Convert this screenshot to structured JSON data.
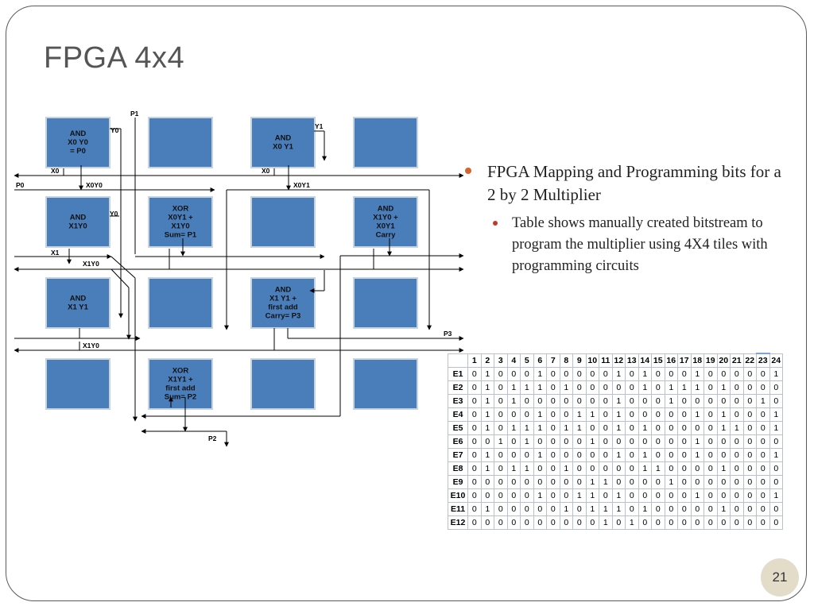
{
  "slide": {
    "title": "FPGA 4x4",
    "page_number": "21"
  },
  "diagram": {
    "tiles": [
      {
        "lines": [
          "AND",
          "X0 Y0",
          "= P0"
        ]
      },
      {
        "lines": []
      },
      {
        "lines": [
          "AND",
          "X0 Y1"
        ]
      },
      {
        "lines": []
      },
      {
        "lines": [
          "AND",
          "X1Y0"
        ]
      },
      {
        "lines": [
          "XOR",
          "X0Y1 +",
          "X1Y0",
          "Sum= P1"
        ]
      },
      {
        "lines": []
      },
      {
        "lines": [
          "AND",
          "X1Y0 +",
          "X0Y1",
          "Carry"
        ]
      },
      {
        "lines": [
          "AND",
          "X1 Y1"
        ]
      },
      {
        "lines": []
      },
      {
        "lines": [
          "AND",
          "X1 Y1 +",
          "first add",
          "Carry= P3"
        ]
      },
      {
        "lines": []
      },
      {
        "lines": []
      },
      {
        "lines": [
          "XOR",
          "X1Y1 +",
          "first add",
          "Sum= P2"
        ]
      },
      {
        "lines": []
      },
      {
        "lines": []
      }
    ],
    "wire_labels": {
      "p1": "P1",
      "y0_a": "Y0",
      "y1": "Y1",
      "x0_a": "X0",
      "x0_b": "X0",
      "x0y0_a": "X0Y0",
      "x0y1": "X0Y1",
      "p0": "P0",
      "y0_b": "Y0",
      "x1": "X1",
      "x1y0_a": "X1Y0",
      "p3": "P3",
      "x1y0_b": "X1Y0",
      "p2": "P2"
    }
  },
  "bullets": {
    "main": "FPGA Mapping and Programming bits for a 2 by 2 Multiplier",
    "sub": "Table shows manually created bitstream to program the multiplier using 4X4 tiles with programming circuits"
  },
  "bit_table": {
    "columns": [
      "1",
      "2",
      "3",
      "4",
      "5",
      "6",
      "7",
      "8",
      "9",
      "10",
      "11",
      "12",
      "13",
      "14",
      "15",
      "16",
      "17",
      "18",
      "19",
      "20",
      "21",
      "22",
      "23",
      "24"
    ],
    "rows": [
      {
        "label": "E1",
        "bits": [
          0,
          1,
          0,
          0,
          0,
          1,
          0,
          0,
          0,
          0,
          0,
          1,
          0,
          1,
          0,
          0,
          0,
          1,
          0,
          0,
          0,
          0,
          0,
          1
        ]
      },
      {
        "label": "E2",
        "bits": [
          0,
          1,
          0,
          1,
          1,
          1,
          0,
          1,
          0,
          0,
          0,
          0,
          0,
          1,
          0,
          1,
          1,
          1,
          0,
          1,
          0,
          0,
          0,
          0
        ]
      },
      {
        "label": "E3",
        "bits": [
          0,
          1,
          0,
          1,
          0,
          0,
          0,
          0,
          0,
          0,
          0,
          1,
          0,
          0,
          0,
          1,
          0,
          0,
          0,
          0,
          0,
          0,
          1,
          0
        ]
      },
      {
        "label": "E4",
        "bits": [
          0,
          1,
          0,
          0,
          0,
          1,
          0,
          0,
          1,
          1,
          0,
          1,
          0,
          0,
          0,
          0,
          0,
          1,
          0,
          1,
          0,
          0,
          0,
          1
        ]
      },
      {
        "label": "E5",
        "bits": [
          0,
          1,
          0,
          1,
          1,
          1,
          0,
          1,
          1,
          0,
          0,
          1,
          0,
          1,
          0,
          0,
          0,
          0,
          0,
          1,
          1,
          0,
          0,
          1
        ]
      },
      {
        "label": "E6",
        "bits": [
          0,
          0,
          1,
          0,
          1,
          0,
          0,
          0,
          0,
          1,
          0,
          0,
          0,
          0,
          0,
          0,
          0,
          1,
          0,
          0,
          0,
          0,
          0,
          0
        ]
      },
      {
        "label": "E7",
        "bits": [
          0,
          1,
          0,
          0,
          0,
          1,
          0,
          0,
          0,
          0,
          0,
          1,
          0,
          1,
          0,
          0,
          0,
          1,
          0,
          0,
          0,
          0,
          0,
          1
        ]
      },
      {
        "label": "E8",
        "bits": [
          0,
          1,
          0,
          1,
          1,
          0,
          0,
          1,
          0,
          0,
          0,
          0,
          0,
          1,
          1,
          0,
          0,
          0,
          0,
          1,
          0,
          0,
          0,
          0
        ]
      },
      {
        "label": "E9",
        "bits": [
          0,
          0,
          0,
          0,
          0,
          0,
          0,
          0,
          0,
          1,
          1,
          0,
          0,
          0,
          0,
          1,
          0,
          0,
          0,
          0,
          0,
          0,
          0,
          0
        ]
      },
      {
        "label": "E10",
        "bits": [
          0,
          0,
          0,
          0,
          0,
          1,
          0,
          0,
          1,
          1,
          0,
          1,
          0,
          0,
          0,
          0,
          0,
          1,
          0,
          0,
          0,
          0,
          0,
          1
        ]
      },
      {
        "label": "E11",
        "bits": [
          0,
          1,
          0,
          0,
          0,
          0,
          0,
          1,
          0,
          1,
          1,
          1,
          0,
          1,
          0,
          0,
          0,
          0,
          0,
          1,
          0,
          0,
          0,
          0
        ]
      },
      {
        "label": "E12",
        "bits": [
          0,
          0,
          0,
          0,
          0,
          0,
          0,
          0,
          0,
          0,
          1,
          0,
          1,
          0,
          0,
          0,
          0,
          0,
          0,
          0,
          0,
          0,
          0,
          0
        ]
      }
    ]
  },
  "colors": {
    "tile_fill": "#4a7ebb",
    "tile_border": "#c8d3e0",
    "bullet": "#d9632c",
    "title": "#555555"
  }
}
